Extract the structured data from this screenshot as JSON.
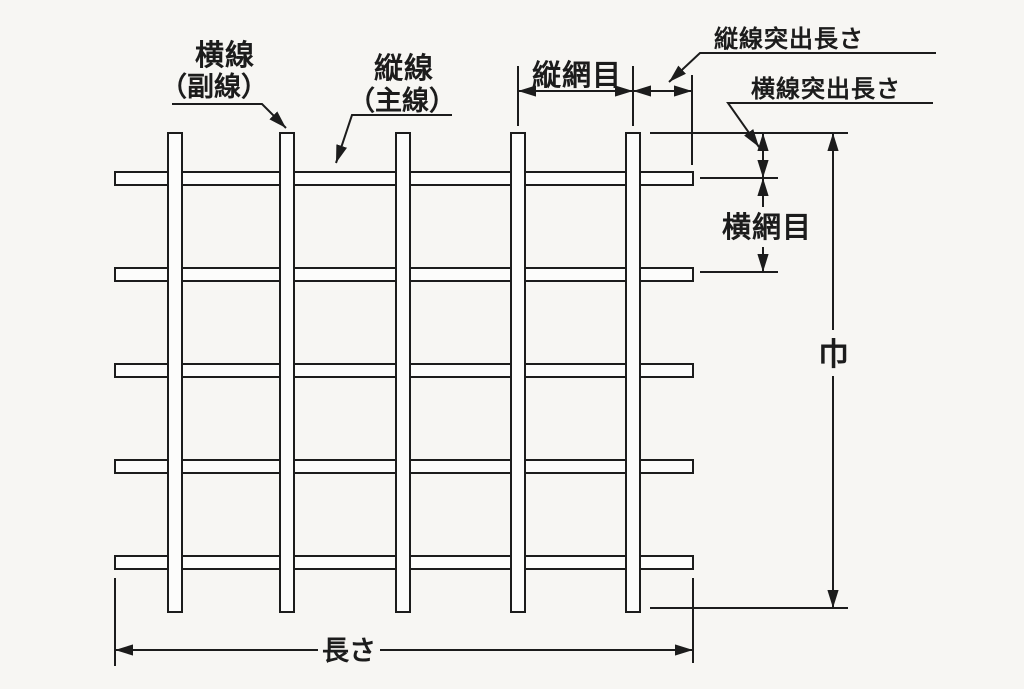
{
  "diagram": {
    "type": "wire-mesh-dimension-diagram",
    "labels": {
      "cross_wire_line1": "横線",
      "cross_wire_line2": "（副線）",
      "main_wire_line1": "縦線",
      "main_wire_line2": "（主線）",
      "vertical_mesh_opening": "縦網目",
      "vertical_wire_protrusion": "縦線突出長さ",
      "horizontal_wire_protrusion": "横線突出長さ",
      "horizontal_mesh_opening": "横網目",
      "width": "巾",
      "length": "長さ"
    },
    "mesh": {
      "vertical_wire_count": 5,
      "horizontal_wire_count": 5
    },
    "colors": {
      "line": "#1c1c1c",
      "background": "#f7f6f3",
      "wire_fill": "#fcfcfb"
    }
  }
}
